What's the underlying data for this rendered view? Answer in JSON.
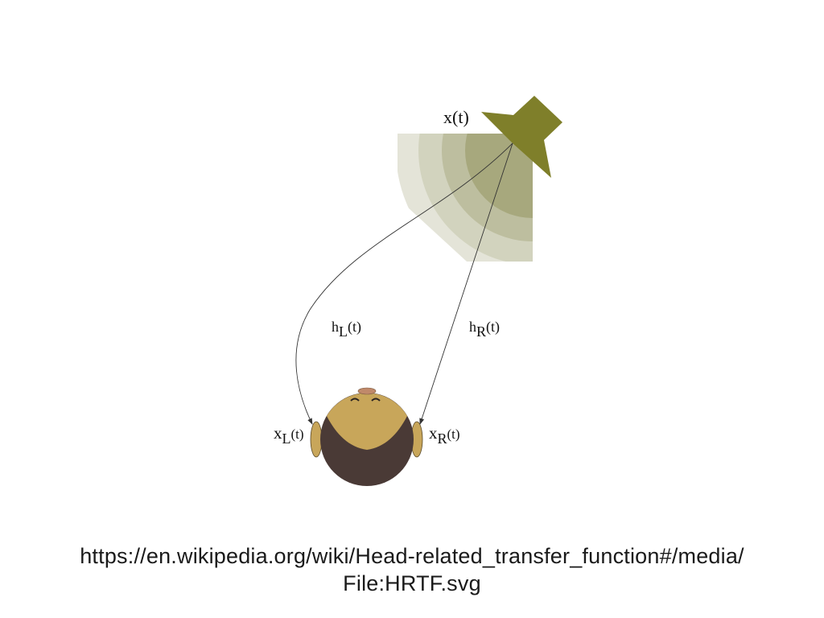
{
  "diagram": {
    "source_label": {
      "main": "x(t)"
    },
    "left_path_label": {
      "main": "h",
      "sub": "L",
      "suffix": "(t)"
    },
    "right_path_label": {
      "main": "h",
      "sub": "R",
      "suffix": "(t)"
    },
    "left_ear_label": {
      "main": "x",
      "sub": "L",
      "suffix": "(t)"
    },
    "right_ear_label": {
      "main": "x",
      "sub": "R",
      "suffix": "(t)"
    },
    "colors": {
      "speaker": "#7f7f2a",
      "wave_outer": "#e4e4d8",
      "wave_2": "#d2d3be",
      "wave_3": "#bdbe9f",
      "wave_inner": "#a7a87d",
      "face": "#c8a65a",
      "hair": "#4a3a36",
      "nose": "#c0896a"
    }
  },
  "caption": {
    "line1": "https://en.wikipedia.org/wiki/Head-related_transfer_function#/media/",
    "line2": "File:HRTF.svg"
  }
}
